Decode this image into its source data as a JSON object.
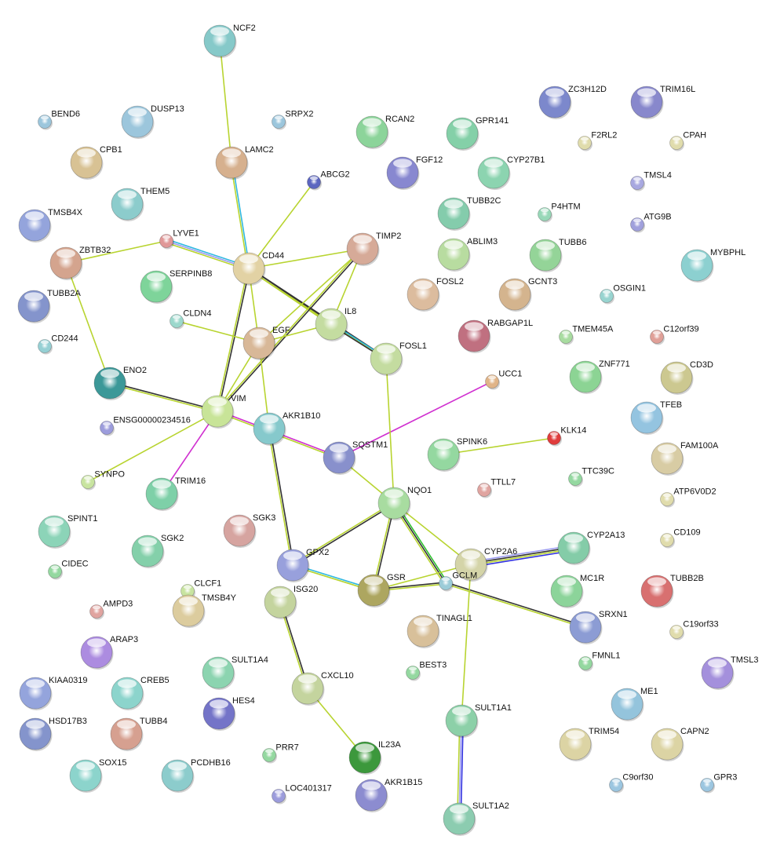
{
  "network": {
    "nodes": [
      {
        "id": "NCF2",
        "color": "#86c9c9",
        "size": "large"
      },
      {
        "id": "BEND6",
        "color": "#9cc6dc",
        "size": "small"
      },
      {
        "id": "DUSP13",
        "color": "#9cc6dc",
        "size": "large"
      },
      {
        "id": "SRPX2",
        "color": "#9cc6dc",
        "size": "small"
      },
      {
        "id": "LAMC2",
        "color": "#d6b08e",
        "size": "large"
      },
      {
        "id": "ABCG2",
        "color": "#5c66c0",
        "size": "small"
      },
      {
        "id": "CPB1",
        "color": "#d8c294",
        "size": "large"
      },
      {
        "id": "THEM5",
        "color": "#8ccccc",
        "size": "large"
      },
      {
        "id": "TMSB4X",
        "color": "#94a4dc",
        "size": "large"
      },
      {
        "id": "LYVE1",
        "color": "#e09898",
        "size": "small"
      },
      {
        "id": "ZBTB32",
        "color": "#d4a48e",
        "size": "large"
      },
      {
        "id": "CD44",
        "color": "#e2d2a4",
        "size": "large"
      },
      {
        "id": "TIMP2",
        "color": "#d6aa98",
        "size": "large"
      },
      {
        "id": "SERPINB8",
        "color": "#7ed49a",
        "size": "large"
      },
      {
        "id": "TUBB2A",
        "color": "#8494cc",
        "size": "large"
      },
      {
        "id": "CLDN4",
        "color": "#9cd8cc",
        "size": "small"
      },
      {
        "id": "IL8",
        "color": "#c4dca0",
        "size": "large"
      },
      {
        "id": "EGF",
        "color": "#d8b898",
        "size": "large"
      },
      {
        "id": "CD244",
        "color": "#96d0d4",
        "size": "small"
      },
      {
        "id": "FOSL1",
        "color": "#c4dca0",
        "size": "large"
      },
      {
        "id": "ENO2",
        "color": "#3c9898",
        "size": "large"
      },
      {
        "id": "VIM",
        "color": "#c8e498",
        "size": "large"
      },
      {
        "id": "AKR1B10",
        "color": "#86c9cc",
        "size": "large"
      },
      {
        "id": "ENSG00000234516",
        "color": "#9c9cdc",
        "size": "small"
      },
      {
        "id": "SQSTM1",
        "color": "#8890cc",
        "size": "large"
      },
      {
        "id": "SYNPO",
        "color": "#c8e4a0",
        "size": "small"
      },
      {
        "id": "TRIM16",
        "color": "#7ed0a8",
        "size": "large"
      },
      {
        "id": "SPINT1",
        "color": "#8cd4b8",
        "size": "large"
      },
      {
        "id": "SGK3",
        "color": "#d6a4a0",
        "size": "large"
      },
      {
        "id": "SGK2",
        "color": "#84d0aa",
        "size": "large"
      },
      {
        "id": "NQO1",
        "color": "#a8dca0",
        "size": "large"
      },
      {
        "id": "GPX2",
        "color": "#98a0dc",
        "size": "large"
      },
      {
        "id": "ISG20",
        "color": "#c4d49e",
        "size": "large"
      },
      {
        "id": "CIDEC",
        "color": "#94d8a0",
        "size": "small"
      },
      {
        "id": "CLCF1",
        "color": "#c8e4a0",
        "size": "small"
      },
      {
        "id": "AMPD3",
        "color": "#e0a4a0",
        "size": "small"
      },
      {
        "id": "GSR",
        "color": "#ada660",
        "size": "large"
      },
      {
        "id": "GCLM",
        "color": "#9cccd8",
        "size": "small"
      },
      {
        "id": "CYP2A6",
        "color": "#d4d4a8",
        "size": "large"
      },
      {
        "id": "TINAGL1",
        "color": "#d8c09a",
        "size": "large"
      },
      {
        "id": "TMSB4Y",
        "color": "#dccc9e",
        "size": "large"
      },
      {
        "id": "ARAP3",
        "color": "#ac8ce0",
        "size": "large"
      },
      {
        "id": "SULT1A4",
        "color": "#8cd4b0",
        "size": "large"
      },
      {
        "id": "CXCL10",
        "color": "#c4d49e",
        "size": "large"
      },
      {
        "id": "BEST3",
        "color": "#94d8a0",
        "size": "small"
      },
      {
        "id": "KIAA0319",
        "color": "#94a4dc",
        "size": "large"
      },
      {
        "id": "CREB5",
        "color": "#8cd4cc",
        "size": "large"
      },
      {
        "id": "HES4",
        "color": "#7474c8",
        "size": "large"
      },
      {
        "id": "HSD17B3",
        "color": "#8494cc",
        "size": "large"
      },
      {
        "id": "TUBB4",
        "color": "#d6a090",
        "size": "large"
      },
      {
        "id": "SULT1A1",
        "color": "#8cd0a8",
        "size": "large"
      },
      {
        "id": "IL23A",
        "color": "#3c983c",
        "size": "large"
      },
      {
        "id": "PRR7",
        "color": "#94d8a0",
        "size": "small"
      },
      {
        "id": "SOX15",
        "color": "#8cd4cc",
        "size": "large"
      },
      {
        "id": "PCDHB16",
        "color": "#8ccccc",
        "size": "large"
      },
      {
        "id": "LOC401317",
        "color": "#9c9cdc",
        "size": "small"
      },
      {
        "id": "AKR1B15",
        "color": "#8c8cd0",
        "size": "large"
      },
      {
        "id": "SULT1A2",
        "color": "#8cccb0",
        "size": "large"
      },
      {
        "id": "RCAN2",
        "color": "#8cd49a",
        "size": "large"
      },
      {
        "id": "GPR141",
        "color": "#84d0a8",
        "size": "large"
      },
      {
        "id": "FGF12",
        "color": "#8888d0",
        "size": "large"
      },
      {
        "id": "CYP27B1",
        "color": "#8cd4b0",
        "size": "large"
      },
      {
        "id": "TUBB2C",
        "color": "#84ccac",
        "size": "large"
      },
      {
        "id": "P4HTM",
        "color": "#98d8b8",
        "size": "small"
      },
      {
        "id": "ABLIM3",
        "color": "#b8dca0",
        "size": "large"
      },
      {
        "id": "TUBB6",
        "color": "#94d498",
        "size": "large"
      },
      {
        "id": "FOSL2",
        "color": "#dcbc9e",
        "size": "large"
      },
      {
        "id": "GCNT3",
        "color": "#d4b48e",
        "size": "large"
      },
      {
        "id": "RABGAP1L",
        "color": "#c07080",
        "size": "large"
      },
      {
        "id": "TMEM45A",
        "color": "#a8dca0",
        "size": "small"
      },
      {
        "id": "C12orf39",
        "color": "#e0a098",
        "size": "small"
      },
      {
        "id": "UCC1",
        "color": "#e0b488",
        "size": "small"
      },
      {
        "id": "ZNF771",
        "color": "#8cd494",
        "size": "large"
      },
      {
        "id": "CD3D",
        "color": "#ccc890",
        "size": "large"
      },
      {
        "id": "TFEB",
        "color": "#94c4e0",
        "size": "large"
      },
      {
        "id": "KLK14",
        "color": "#e03c3c",
        "size": "small"
      },
      {
        "id": "SPINK6",
        "color": "#94d8a0",
        "size": "large"
      },
      {
        "id": "FAM100A",
        "color": "#d8cca4",
        "size": "large"
      },
      {
        "id": "TTLL7",
        "color": "#e0a4a0",
        "size": "small"
      },
      {
        "id": "TTC39C",
        "color": "#94d8a0",
        "size": "small"
      },
      {
        "id": "ATP6V0D2",
        "color": "#e0dcac",
        "size": "small"
      },
      {
        "id": "CYP2A13",
        "color": "#84cca8",
        "size": "large"
      },
      {
        "id": "CD109",
        "color": "#e0dcac",
        "size": "small"
      },
      {
        "id": "MC1R",
        "color": "#8cd49a",
        "size": "large"
      },
      {
        "id": "TUBB2B",
        "color": "#d87070",
        "size": "large"
      },
      {
        "id": "SRXN1",
        "color": "#8c9cd4",
        "size": "large"
      },
      {
        "id": "C19orf33",
        "color": "#e0dcac",
        "size": "small"
      },
      {
        "id": "FMNL1",
        "color": "#94d8a0",
        "size": "small"
      },
      {
        "id": "TMSL3",
        "color": "#a490dc",
        "size": "large"
      },
      {
        "id": "ME1",
        "color": "#94c4dc",
        "size": "large"
      },
      {
        "id": "TRIM54",
        "color": "#dcd4a4",
        "size": "large"
      },
      {
        "id": "CAPN2",
        "color": "#dcd4a4",
        "size": "large"
      },
      {
        "id": "C9orf30",
        "color": "#9cc6e0",
        "size": "small"
      },
      {
        "id": "GPR3",
        "color": "#9cc6e0",
        "size": "small"
      },
      {
        "id": "ZC3H12D",
        "color": "#7c88cc",
        "size": "large"
      },
      {
        "id": "TRIM16L",
        "color": "#8888cc",
        "size": "large"
      },
      {
        "id": "F2RL2",
        "color": "#e0dcac",
        "size": "small"
      },
      {
        "id": "CPAH",
        "color": "#e0dcac",
        "size": "small"
      },
      {
        "id": "TMSL4",
        "color": "#a8a8e0",
        "size": "small"
      },
      {
        "id": "ATG9B",
        "color": "#a0a0dc",
        "size": "small"
      },
      {
        "id": "MYBPHL",
        "color": "#8cd0d0",
        "size": "large"
      },
      {
        "id": "OSGIN1",
        "color": "#98d4d0",
        "size": "small"
      }
    ],
    "edges": [
      {
        "a": "NCF2",
        "b": "LAMC2",
        "colors": [
          "#b8d430"
        ]
      },
      {
        "a": "LAMC2",
        "b": "CD44",
        "colors": [
          "#30b8e0",
          "#b8d430"
        ]
      },
      {
        "a": "ABCG2",
        "b": "CD44",
        "colors": [
          "#b8d430"
        ]
      },
      {
        "a": "LYVE1",
        "b": "ZBTB32",
        "colors": [
          "#b8d430"
        ]
      },
      {
        "a": "LYVE1",
        "b": "CD44",
        "colors": [
          "#30b8e0",
          "#9c9cf0",
          "#b8d430"
        ]
      },
      {
        "a": "ZBTB32",
        "b": "ENO2",
        "colors": [
          "#b8d430"
        ]
      },
      {
        "a": "CD44",
        "b": "TIMP2",
        "colors": [
          "#b8d430"
        ]
      },
      {
        "a": "CD44",
        "b": "IL8",
        "colors": [
          "#333333",
          "#b8d430"
        ]
      },
      {
        "a": "CD44",
        "b": "FOSL1",
        "colors": [
          "#333333",
          "#b8d430"
        ]
      },
      {
        "a": "CD44",
        "b": "VIM",
        "colors": [
          "#333333",
          "#b8d430"
        ]
      },
      {
        "a": "CD44",
        "b": "EGF",
        "colors": [
          "#b8d430"
        ]
      },
      {
        "a": "TIMP2",
        "b": "IL8",
        "colors": [
          "#b8d430"
        ]
      },
      {
        "a": "TIMP2",
        "b": "VIM",
        "colors": [
          "#333333",
          "#b8d430"
        ]
      },
      {
        "a": "TIMP2",
        "b": "EGF",
        "colors": [
          "#b8d430"
        ]
      },
      {
        "a": "IL8",
        "b": "FOSL1",
        "colors": [
          "#30b8e0",
          "#333333"
        ]
      },
      {
        "a": "IL8",
        "b": "EGF",
        "colors": [
          "#b8d430"
        ]
      },
      {
        "a": "CLDN4",
        "b": "EGF",
        "colors": [
          "#b8d430"
        ]
      },
      {
        "a": "EGF",
        "b": "VIM",
        "colors": [
          "#b8d430"
        ]
      },
      {
        "a": "EGF",
        "b": "AKR1B10",
        "colors": [
          "#b8d430"
        ]
      },
      {
        "a": "ENO2",
        "b": "VIM",
        "colors": [
          "#333333",
          "#b8d430"
        ]
      },
      {
        "a": "VIM",
        "b": "SYNPO",
        "colors": [
          "#b8d430"
        ]
      },
      {
        "a": "VIM",
        "b": "TRIM16",
        "colors": [
          "#d030d0"
        ]
      },
      {
        "a": "VIM",
        "b": "SQSTM1",
        "colors": [
          "#d030d0",
          "#b8d430"
        ]
      },
      {
        "a": "SQSTM1",
        "b": "UCC1",
        "colors": [
          "#d030d0"
        ]
      },
      {
        "a": "SQSTM1",
        "b": "NQO1",
        "colors": [
          "#b8d430"
        ]
      },
      {
        "a": "FOSL1",
        "b": "NQO1",
        "colors": [
          "#b8d430"
        ]
      },
      {
        "a": "AKR1B10",
        "b": "GPX2",
        "colors": [
          "#333333",
          "#b8d430"
        ]
      },
      {
        "a": "NQO1",
        "b": "GPX2",
        "colors": [
          "#333333",
          "#b8d430"
        ]
      },
      {
        "a": "NQO1",
        "b": "GSR",
        "colors": [
          "#333333",
          "#b8d430"
        ]
      },
      {
        "a": "NQO1",
        "b": "GCLM",
        "colors": [
          "#30c030",
          "#333333",
          "#b8d430"
        ]
      },
      {
        "a": "NQO1",
        "b": "CYP2A6",
        "colors": [
          "#b8d430"
        ]
      },
      {
        "a": "GPX2",
        "b": "GSR",
        "colors": [
          "#30b8e0",
          "#b8d430"
        ]
      },
      {
        "a": "GSR",
        "b": "GCLM",
        "colors": [
          "#333333",
          "#b8d430"
        ]
      },
      {
        "a": "GSR",
        "b": "CYP2A6",
        "colors": [
          "#b8d430"
        ]
      },
      {
        "a": "GCLM",
        "b": "SRXN1",
        "colors": [
          "#333333",
          "#b8d430"
        ]
      },
      {
        "a": "CYP2A6",
        "b": "CYP2A13",
        "colors": [
          "#9c9cf0",
          "#333333",
          "#b8d430",
          "#3030e0"
        ]
      },
      {
        "a": "CYP2A6",
        "b": "SULT1A1",
        "colors": [
          "#b8d430"
        ]
      },
      {
        "a": "SULT1A1",
        "b": "SULT1A2",
        "colors": [
          "#3030e0",
          "#9c9cf0",
          "#b8d430"
        ]
      },
      {
        "a": "ISG20",
        "b": "CXCL10",
        "colors": [
          "#333333",
          "#b8d430"
        ]
      },
      {
        "a": "CXCL10",
        "b": "IL23A",
        "colors": [
          "#b8d430"
        ]
      },
      {
        "a": "SPINK6",
        "b": "KLK14",
        "colors": [
          "#b8d430"
        ]
      }
    ]
  }
}
